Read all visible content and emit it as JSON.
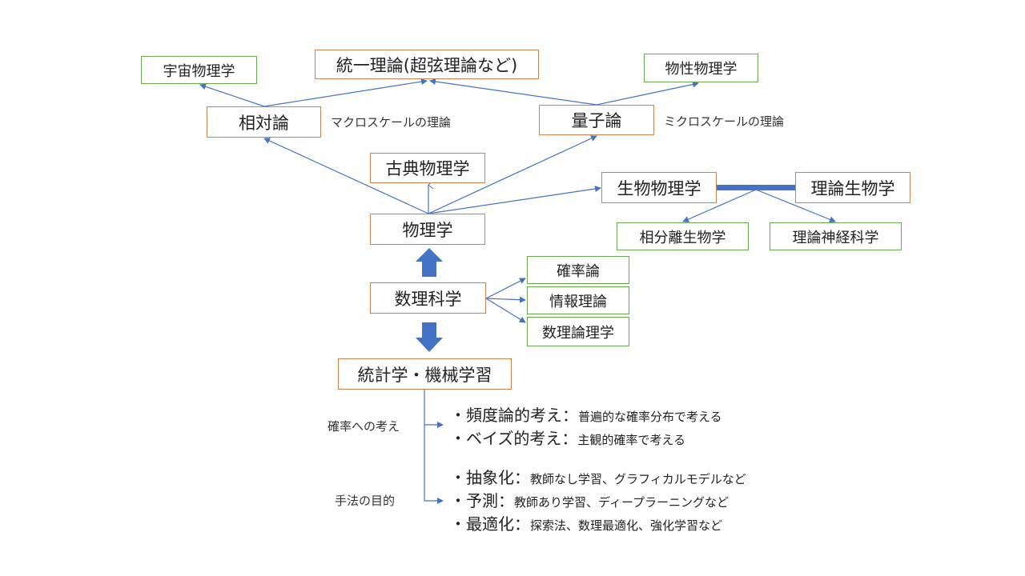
{
  "colors": {
    "primary_border": "#c9834f",
    "secondary_border": "#6aa84f",
    "connector": "#4472c4"
  },
  "nodes": {
    "cosmology": "宇宙物理学",
    "unified_theory": "統一理論(超弦理論など)",
    "condensed_matter": "物性物理学",
    "relativity": "相対論",
    "quantum": "量子論",
    "classical": "古典物理学",
    "physics": "物理学",
    "biophysics": "生物物理学",
    "theoretical_biology": "理論生物学",
    "phase_separation_biology": "相分離生物学",
    "theoretical_neuroscience": "理論神経科学",
    "mathematical_science": "数理科学",
    "probability_theory": "確率論",
    "information_theory": "情報理論",
    "mathematical_logic": "数理論理学",
    "statistics_ml": "統計学・機械学習"
  },
  "notes": {
    "macro": "マクロスケールの理論",
    "micro": "ミクロスケールの理論"
  },
  "branches": {
    "probability_view": {
      "label": "確率への考え",
      "items": [
        {
          "head": "・頻度論的考え：",
          "detail": "普遍的な確率分布で考える"
        },
        {
          "head": "・ベイズ的考え：",
          "detail": "主観的確率で考える"
        }
      ]
    },
    "method_purpose": {
      "label": "手法の目的",
      "items": [
        {
          "head": "・抽象化：",
          "detail": "教師なし学習、グラフィカルモデルなど"
        },
        {
          "head": "・予測：",
          "detail": "教師あり学習、ディープラーニングなど"
        },
        {
          "head": "・最適化：",
          "detail": "探索法、数理最適化、強化学習など"
        }
      ]
    }
  }
}
